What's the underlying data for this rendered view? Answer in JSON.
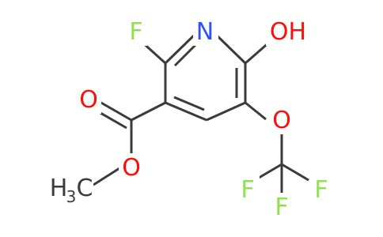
{
  "molecule": {
    "atoms": {
      "f_ring": "F",
      "n_ring": "N",
      "oh": "OH",
      "o_carbonyl": "O",
      "o_ester": "O",
      "methyl_h": "H",
      "methyl_sub": "3",
      "methyl_c": "C",
      "o_ether": "O",
      "f_top": "F",
      "f_left": "F",
      "f_right": "F"
    },
    "colors": {
      "bond": "#3b3b3b",
      "carbon_hydrogen": "#3b3b3b",
      "nitrogen": "#3050f8",
      "oxygen": "#ff0d0d",
      "fluorine": "#90e050"
    }
  }
}
